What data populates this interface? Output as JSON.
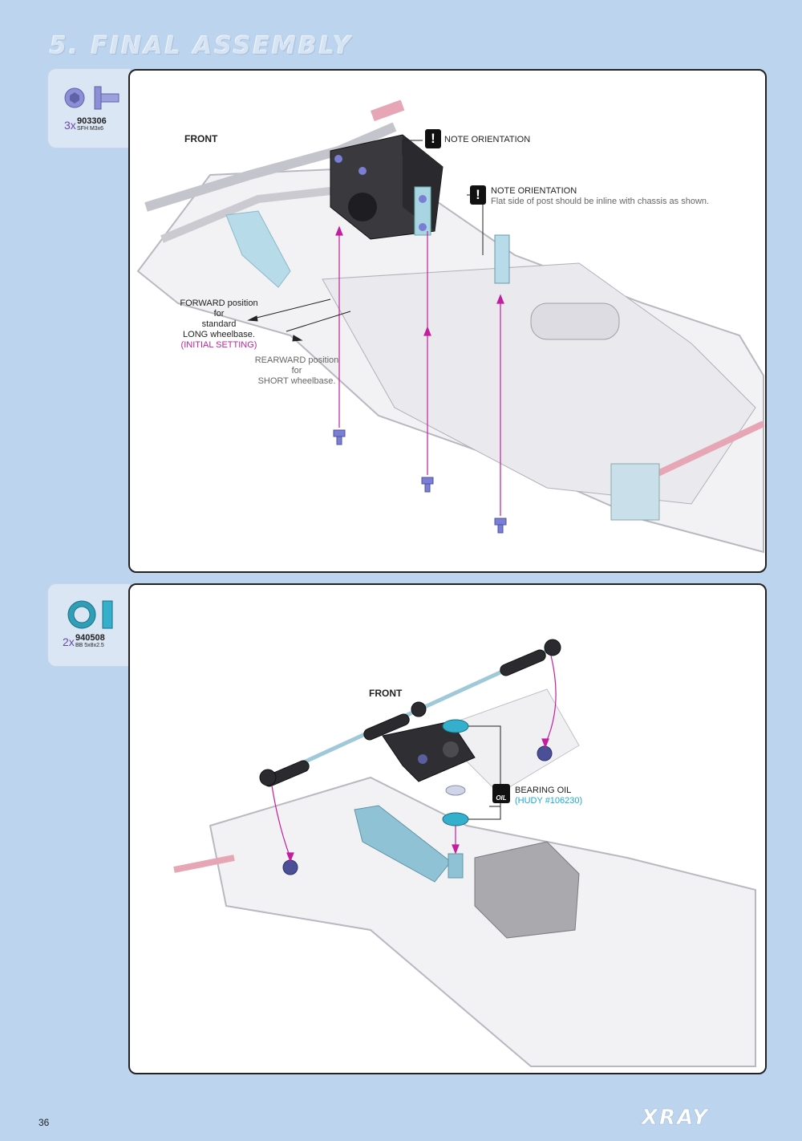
{
  "header": {
    "title": "5. FINAL ASSEMBLY"
  },
  "parts": [
    {
      "qty": "3x",
      "code": "903306",
      "desc": "SFH M3x6",
      "icon": "flat-head-screw-icon"
    },
    {
      "qty": "2x",
      "code": "940508",
      "desc": "BB 5x8x2.5",
      "icon": "ball-bearing-icon"
    }
  ],
  "step1": {
    "front": "FRONT",
    "note1": "NOTE ORIENTATION",
    "note2_title": "NOTE ORIENTATION",
    "note2_body": "Flat side of post should be inline with chassis as shown.",
    "forward_1": "FORWARD position for",
    "forward_2": "standard",
    "forward_3": "LONG wheelbase.",
    "forward_initial": "(INITIAL SETTING)",
    "rearward_1": "REARWARD position for",
    "rearward_2": "SHORT wheelbase."
  },
  "step2": {
    "front": "FRONT",
    "oil_title": "BEARING OIL",
    "oil_ref": "(HUDY #106230)"
  },
  "footer": {
    "page": "36",
    "brand": "XRAY"
  },
  "colors": {
    "background": "#bcd4ee",
    "accent_magenta": "#c21f9e",
    "accent_cyan": "#1aa9d6",
    "chassis": "#c9c9cf"
  }
}
